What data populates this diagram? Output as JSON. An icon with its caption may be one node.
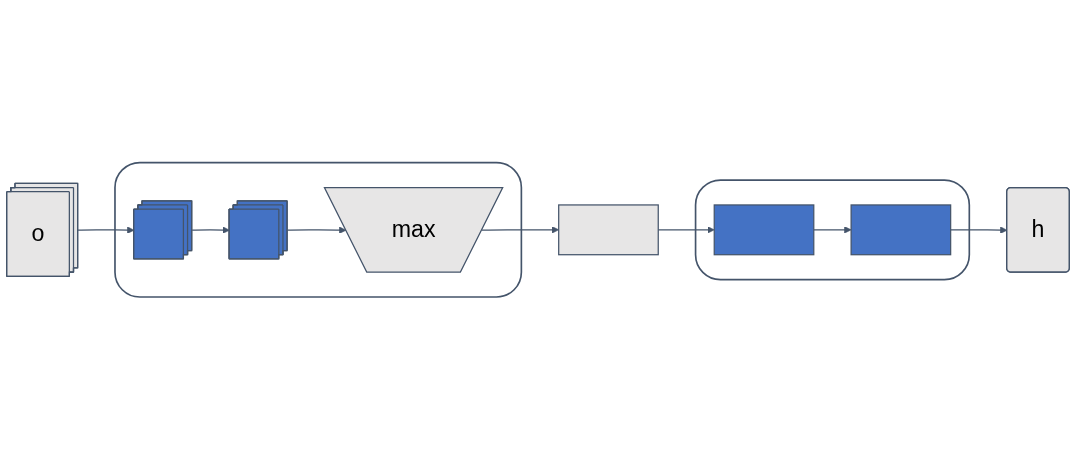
{
  "diagram": {
    "nodes": [
      {
        "text": [
          "o"
        ]
      },
      {
        "text": [],
        "shape": "box"
      },
      {
        "text": [],
        "shape": "bar",
        "in": 1
      },
      {
        "text": [],
        "shape": "bar",
        "in": 1
      },
      {
        "text": [
          "max"
        ],
        "in": 1
      },
      {
        "text": [],
        "shape": "bar"
      },
      {
        "text": [],
        "shape": "box"
      },
      {
        "text": [],
        "shape": "bar",
        "in": 6
      },
      {
        "text": [],
        "shape": "bar",
        "in": 6
      },
      {
        "text": [
          "h"
        ]
      }
    ],
    "edges": [
      {
        "from": 0,
        "to": 2,
        "arrow": "to"
      },
      {
        "from": 2,
        "to": 3,
        "arrow": "to"
      },
      {
        "from": 3,
        "to": 4,
        "arrow": "to"
      },
      {
        "from": 4,
        "to": 5,
        "arrow": "to"
      },
      {
        "from": 5,
        "to": 7,
        "arrow": "to"
      },
      {
        "from": 7,
        "to": 8,
        "arrow": "to"
      },
      {
        "from": 8,
        "to": 9,
        "arrow": "to"
      }
    ]
  }
}
